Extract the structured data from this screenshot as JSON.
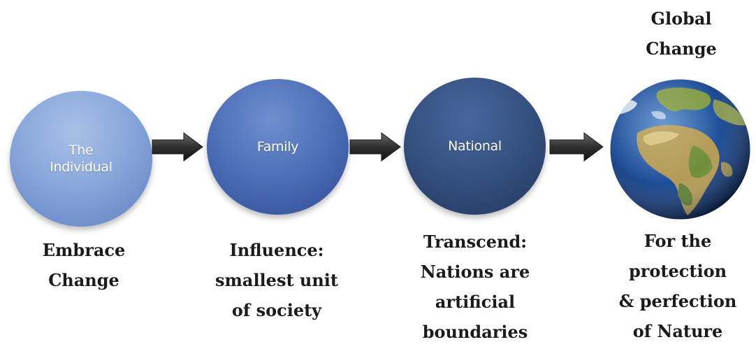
{
  "diagram": {
    "stages": [
      {
        "circle_label": "The\nIndividual",
        "caption": "Embrace\nChange"
      },
      {
        "circle_label": "Family",
        "caption": "Influence:\nsmallest unit\nof society"
      },
      {
        "circle_label": "National",
        "caption": "Transcend:\nNations are\nartificial\nboundaries"
      },
      {
        "title": "Global\nChange",
        "caption": "For the\nprotection\n& perfection\nof Nature",
        "icon": "earth-globe-icon"
      }
    ],
    "colors": {
      "individual": "#89a7db",
      "family": "#4d6db7",
      "national": "#34507f",
      "arrow": "#3a3a3a",
      "ocean": "#1f4f9a",
      "land": "#7f9a45"
    }
  }
}
